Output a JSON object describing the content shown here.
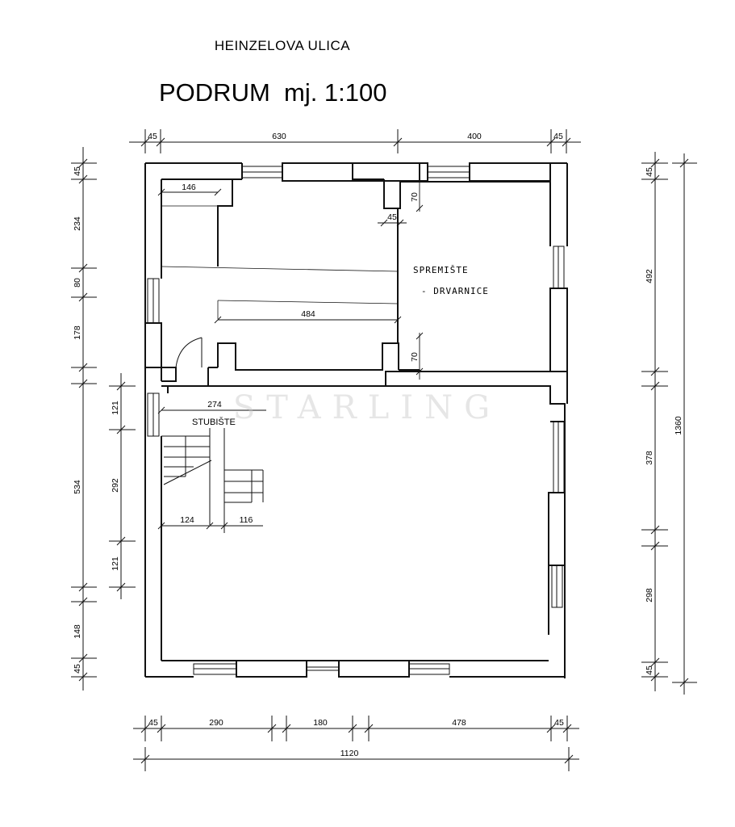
{
  "header": {
    "street": "HEINZELOVA ULICA",
    "title": "PODRUM  mj. 1:100"
  },
  "rooms": {
    "storage_line1": "SPREMIŠTE",
    "storage_line2": "- DRVARNICE",
    "stairwell": "STUBIŠTE"
  },
  "watermark": "STARLING",
  "dimensions": {
    "top": [
      "45",
      "630",
      "400",
      "45"
    ],
    "left": [
      "45",
      "234",
      "80",
      "178",
      "534",
      "148",
      "45"
    ],
    "left_inner": [
      "121",
      "292",
      "121"
    ],
    "right": [
      "45",
      "492",
      "378",
      "298",
      "45"
    ],
    "right_total": "1360",
    "bottom": [
      "45",
      "290",
      "180",
      "478",
      "45"
    ],
    "bottom_total": "1120",
    "interior": {
      "niche_width": "146",
      "pier_45": "45",
      "pier_70_top": "70",
      "corridor": "484",
      "pier_70_bottom": "70",
      "stair_274": "274",
      "stair_124": "124",
      "stair_116": "116"
    }
  }
}
